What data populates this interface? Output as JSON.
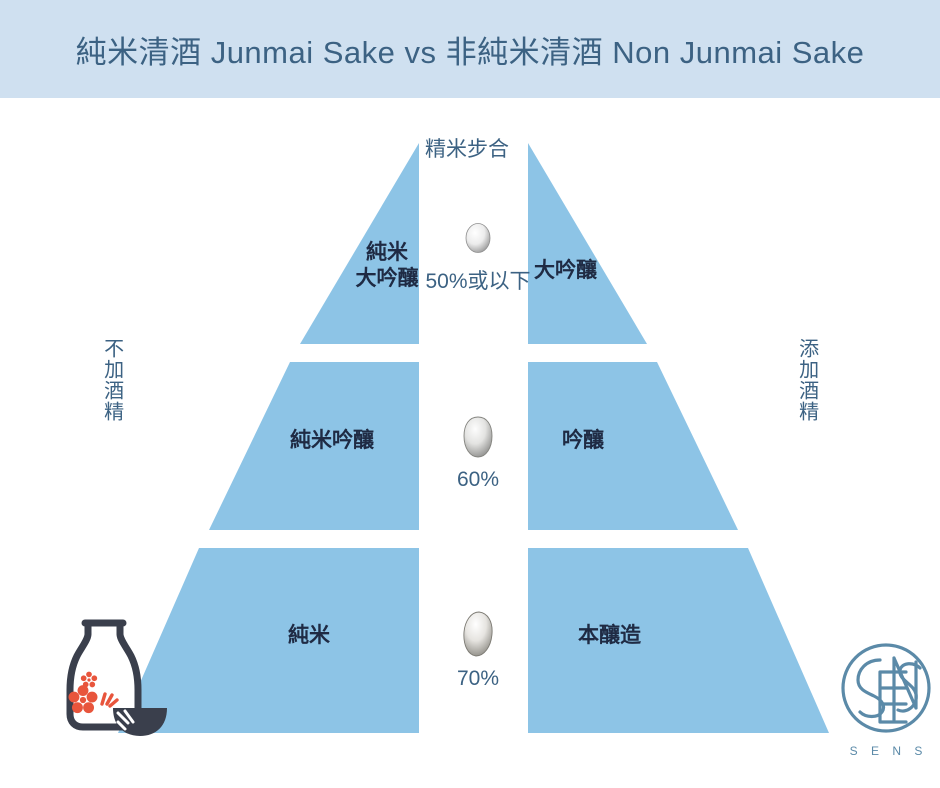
{
  "header": {
    "title": "純米清酒 Junmai Sake  vs  非純米清酒 Non Junmai Sake",
    "band_color": "#cfe0f0",
    "text_color": "#3c6283"
  },
  "center_axis": {
    "heading": "精米步合",
    "tiers": [
      {
        "percent": "50%或以下",
        "rice_icon": "rice-grain-icon"
      },
      {
        "percent": "60%",
        "rice_icon": "rice-grain-icon"
      },
      {
        "percent": "70%",
        "rice_icon": "rice-grain-icon"
      }
    ]
  },
  "side_labels": {
    "left": "不加酒精",
    "right": "添加酒精"
  },
  "left_pyramid": {
    "tiers": [
      {
        "line1": "純米",
        "line2": "大吟釀"
      },
      {
        "line1": "純米吟釀",
        "line2": ""
      },
      {
        "line1": "純米",
        "line2": ""
      }
    ]
  },
  "right_pyramid": {
    "tiers": [
      {
        "line1": "大吟釀",
        "line2": ""
      },
      {
        "line1": "吟釀",
        "line2": ""
      },
      {
        "line1": "本釀造",
        "line2": ""
      }
    ]
  },
  "logo": {
    "wordmark": "S E N S",
    "mark_name": "sens-circular-monogram",
    "color": "#5b8aa8"
  },
  "decor": {
    "bottle_icon": "sake-tokkuri-bottle-icon",
    "cup_icon": "sake-ochoko-cup-icon",
    "blossom_icon": "sakura-blossom-icon"
  },
  "palette": {
    "pyramid_fill": "#8dc4e6",
    "dark_text": "#1f2b44",
    "accent_blue": "#3c6283",
    "bottle_outline": "#3a3f4c",
    "blossom": "#e8553c"
  }
}
